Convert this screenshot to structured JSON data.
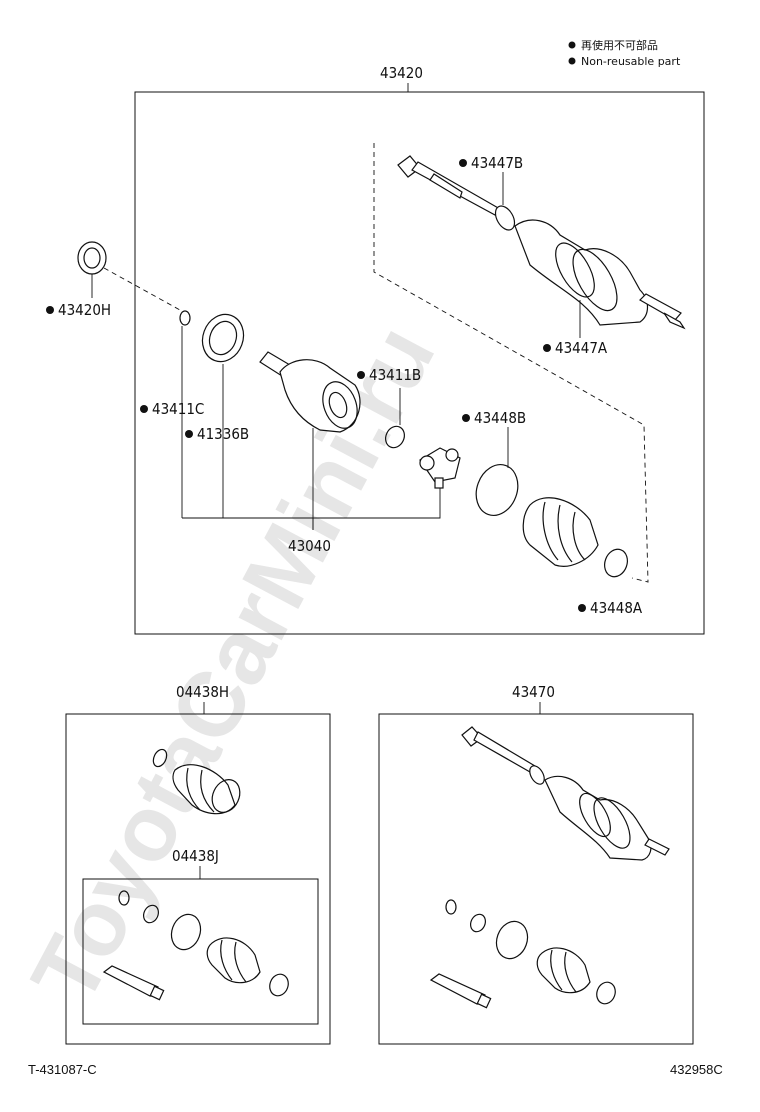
{
  "legend": {
    "items": [
      {
        "text": "再使用不可部品"
      },
      {
        "text": "Non-reusable part"
      }
    ]
  },
  "main_assembly": {
    "title": "43420",
    "labels": {
      "p43447B": "43447B",
      "p43447A": "43447A",
      "p43420H": "43420H",
      "p43411B": "43411B",
      "p43411C": "43411C",
      "p41336B": "41336B",
      "p43448B": "43448B",
      "p43040": "43040",
      "p43448A": "43448A"
    }
  },
  "kit_box": {
    "title": "04438H",
    "inner_title": "04438J"
  },
  "shaft_box": {
    "title": "43470"
  },
  "footer": {
    "left_code": "T-431087-C",
    "right_code": "432958C"
  },
  "watermark": "ToyotaCarMini.ru"
}
